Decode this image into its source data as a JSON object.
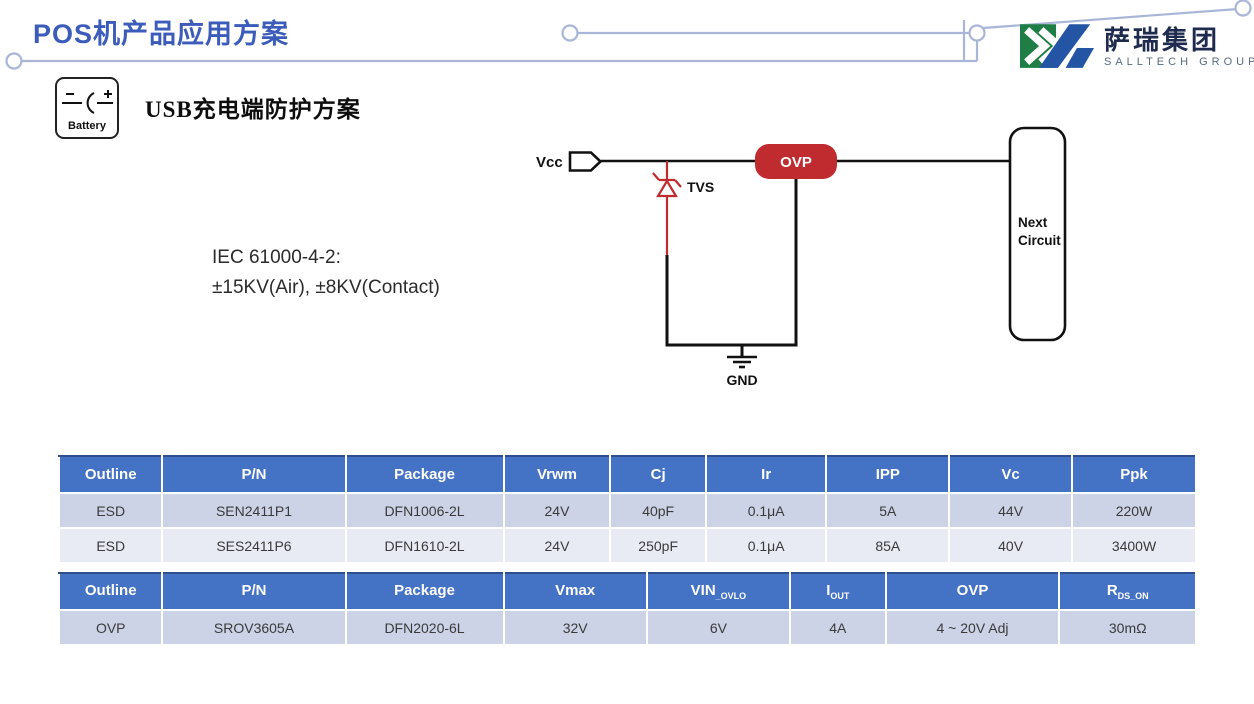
{
  "page": {
    "title": "POS机产品应用方案"
  },
  "logo": {
    "name_cn": "萨瑞集团",
    "name_en": "SALLTECH GROUP"
  },
  "section": {
    "icon_label": "Battery",
    "heading": "USB充电端防护方案"
  },
  "standard": {
    "line1": "IEC 61000-4-2:",
    "line2": "±15KV(Air), ±8KV(Contact)"
  },
  "diagram": {
    "vcc_label": "Vcc",
    "tvs_label": "TVS",
    "ovp_label": "OVP",
    "gnd_label": "GND",
    "next_line1": "Next",
    "next_line2": "Circuit"
  },
  "table1": {
    "headers": [
      "Outline",
      "P/N",
      "Package",
      "Vrwm",
      "Cj",
      "Ir",
      "IPP",
      "Vc",
      "Ppk"
    ],
    "rows": [
      [
        "ESD",
        "SEN2411P1",
        "DFN1006-2L",
        "24V",
        "40pF",
        "0.1μA",
        "5A",
        "44V",
        "220W"
      ],
      [
        "ESD",
        "SES2411P6",
        "DFN1610-2L",
        "24V",
        "250pF",
        "0.1μA",
        "85A",
        "40V",
        "3400W"
      ]
    ]
  },
  "table2": {
    "headers": [
      {
        "main": "Outline",
        "sub": ""
      },
      {
        "main": "P/N",
        "sub": ""
      },
      {
        "main": "Package",
        "sub": ""
      },
      {
        "main": "Vmax",
        "sub": ""
      },
      {
        "main": "VIN",
        "sub": "_OVLO"
      },
      {
        "main": "I",
        "sub": "OUT"
      },
      {
        "main": "OVP",
        "sub": ""
      },
      {
        "main": "R",
        "sub": "DS_ON"
      }
    ],
    "rows": [
      [
        "OVP",
        "SROV3605A",
        "DFN2020-6L",
        "32V",
        "6V",
        "4A",
        "4 ~ 20V Adj",
        "30mΩ"
      ]
    ]
  },
  "colors": {
    "title_blue": "#3b5cba",
    "header_blue": "#4472c4",
    "header_top_border": "#2e4e8e",
    "row_dark": "#ccd3e7",
    "row_light": "#e9ebf4",
    "accent_red": "#c02b30",
    "decor_line": "#a9b6d8",
    "logo_green": "#1e7e45",
    "logo_blue": "#2355a4"
  }
}
